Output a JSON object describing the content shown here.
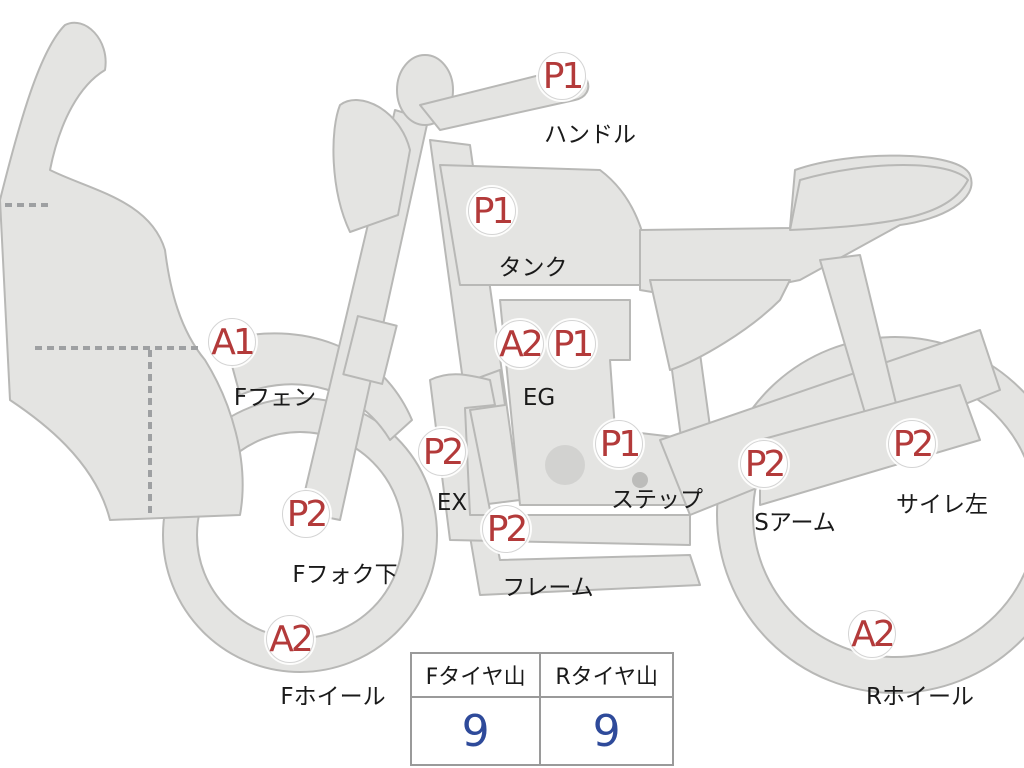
{
  "parts": [
    {
      "id": "handle",
      "grade": "P1",
      "label": "ハンドル"
    },
    {
      "id": "tank",
      "grade": "P1",
      "label": "タンク"
    },
    {
      "id": "f-fender",
      "grade": "A1",
      "label": "Fフェン"
    },
    {
      "id": "eg-a",
      "grade": "A2",
      "label": "EG"
    },
    {
      "id": "eg-p",
      "grade": "P1",
      "label": ""
    },
    {
      "id": "ex",
      "grade": "P2",
      "label": "EX"
    },
    {
      "id": "step",
      "grade": "P1",
      "label": "ステップ"
    },
    {
      "id": "s-arm",
      "grade": "P2",
      "label": "Sアーム"
    },
    {
      "id": "side-cover",
      "grade": "P2",
      "label": "サイレ左"
    },
    {
      "id": "f-fork",
      "grade": "P2",
      "label": "Fフォク下"
    },
    {
      "id": "frame",
      "grade": "P2",
      "label": "フレーム"
    },
    {
      "id": "f-wheel",
      "grade": "A2",
      "label": "Fホイール"
    },
    {
      "id": "r-wheel",
      "grade": "A2",
      "label": "Rホイール"
    }
  ],
  "tire_table": {
    "front_header": "Fタイヤ山",
    "rear_header": "Rタイヤ山",
    "front_value": "9",
    "rear_value": "9"
  },
  "colors": {
    "body_fill": "#e4e4e2",
    "body_stroke": "#b8b8b6",
    "grade_text": "#b33a3a",
    "value_text": "#2e4a9a"
  }
}
